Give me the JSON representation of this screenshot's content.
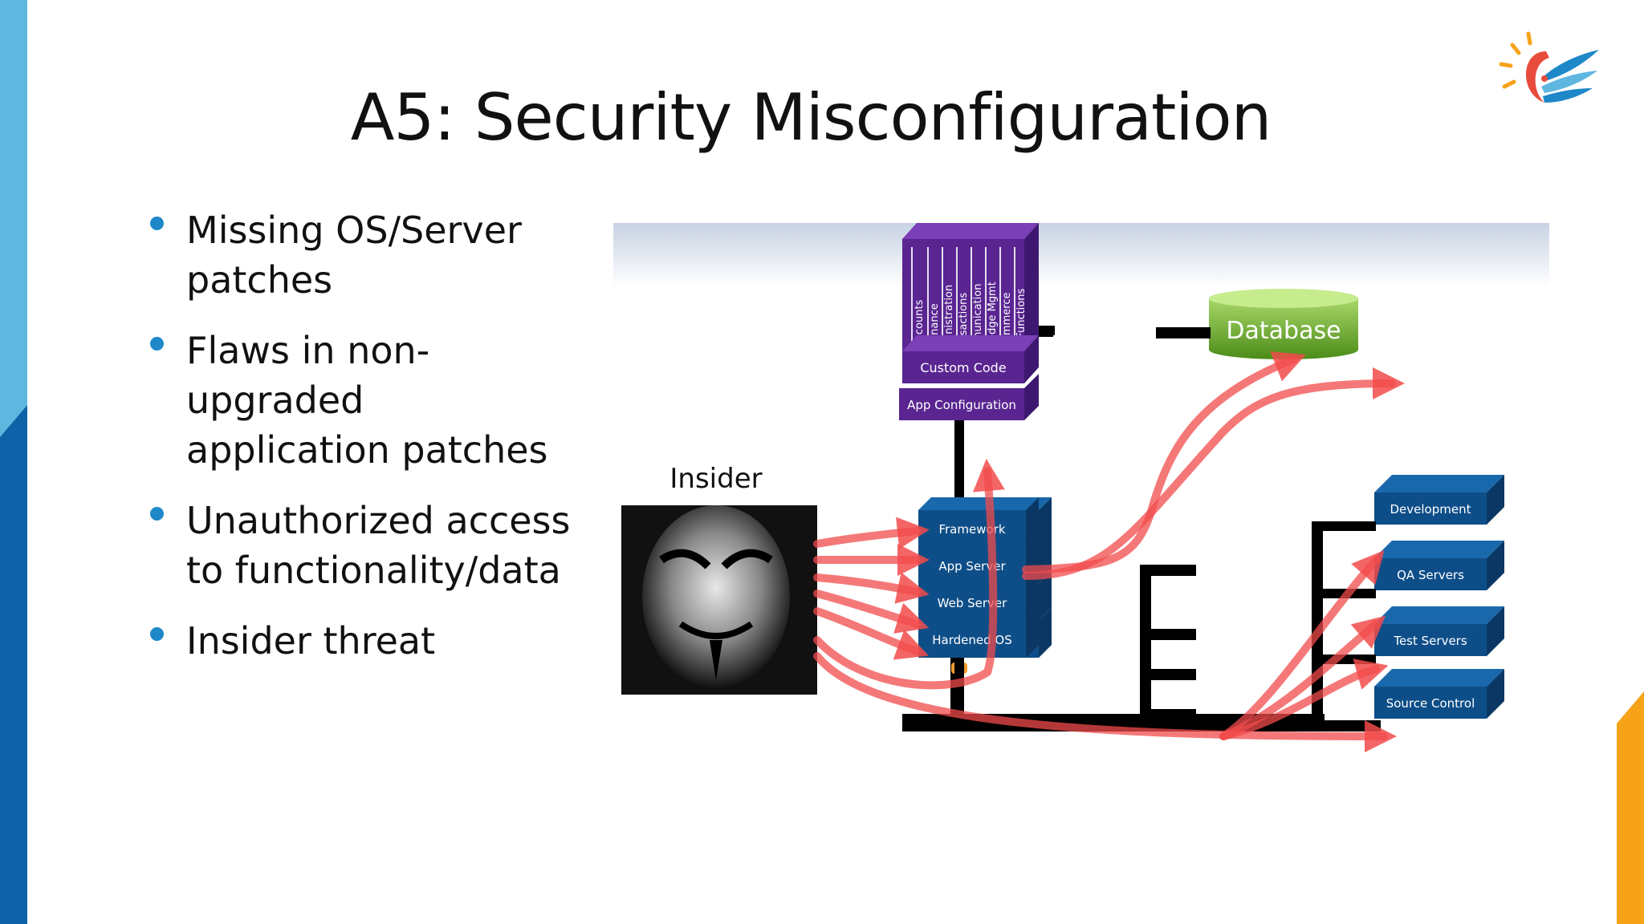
{
  "slide": {
    "title": "A5: Security Misconfiguration",
    "bullets": [
      "Missing OS/Server patches",
      "Flaws in non-upgraded application patches",
      "Unauthorized access to functionality/data",
      "Insider threat"
    ]
  },
  "diagram": {
    "insider_label": "Insider",
    "modules": [
      "Accounts",
      "Finance",
      "Administration",
      "Transactions",
      "Communication",
      "Knowledge Mgmt",
      "E-Commerce",
      "Bus. Functions"
    ],
    "custom_code": "Custom Code",
    "app_configuration": "App Configuration",
    "database": "Database",
    "stack": [
      "Framework",
      "App Server",
      "Web Server",
      "Hardened OS"
    ],
    "environments": [
      "Development",
      "QA Servers",
      "Test Servers",
      "Source Control"
    ]
  },
  "colors": {
    "accent_blue": "#1E88C8",
    "band_light": "#5FB7E0",
    "band_dark": "#0F62A8",
    "accent_orange": "#F6A31A",
    "purple": "#5A2591",
    "navy_block": "#0E4E88",
    "database_green": "#6BAE2A",
    "arrow_red": "#F24B4B"
  }
}
